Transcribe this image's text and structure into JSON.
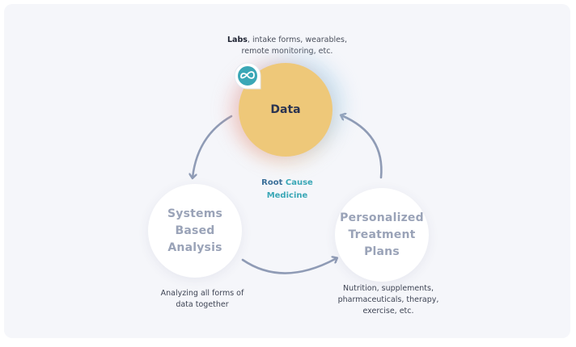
{
  "top_note": {
    "bold": "Labs",
    "line1_rest": ", intake forms, wearables,",
    "line2": "remote monitoring, etc."
  },
  "nodes": {
    "data": "Data",
    "systems": [
      "Systems",
      "Based",
      "Analysis"
    ],
    "plans": [
      "Personalized",
      "Treatment",
      "Plans"
    ]
  },
  "center": {
    "word1": "Root",
    "word2": "Cause",
    "word3": "Medicine"
  },
  "captions": {
    "left": [
      "Analyzing all forms of",
      "data together"
    ],
    "right": [
      "Nutrition, supplements,",
      "pharmaceuticals, therapy,",
      "exercise, etc."
    ]
  },
  "colors": {
    "data_circle": "#eec879",
    "arrow": "#8f9bb5",
    "teal": "#3aa7b6",
    "blue": "#3a6f99"
  },
  "icons": [
    "infinity-logo-icon"
  ]
}
